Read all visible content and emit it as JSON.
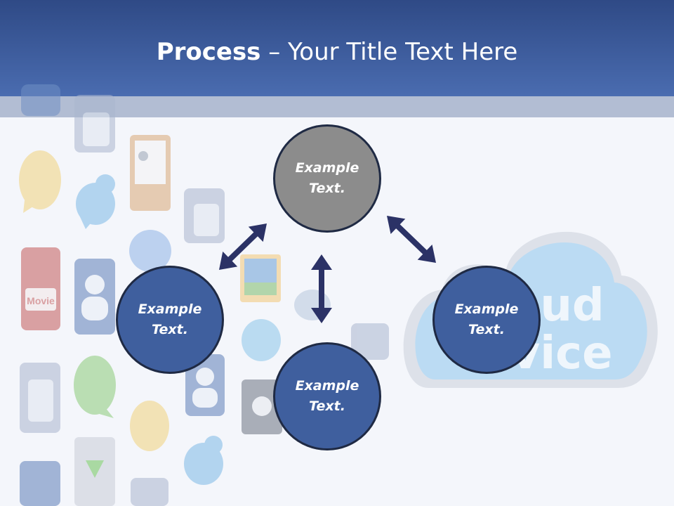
{
  "slide": {
    "title_bold": "Process",
    "title_rest": " – Your Title Text Here"
  },
  "diagram": {
    "nodes": [
      {
        "id": "top",
        "text": "Example\nText.",
        "color": "#8c8c8c"
      },
      {
        "id": "left",
        "text": "Example\nText.",
        "color": "#3f5f9e"
      },
      {
        "id": "bottom",
        "text": "Example\nText.",
        "color": "#3f5f9e"
      },
      {
        "id": "right",
        "text": "Example\nText.",
        "color": "#3f5f9e"
      }
    ],
    "arrow_color": "#2b3266"
  },
  "background": {
    "cloud_text_line1": "ud",
    "cloud_text_line2": "vice",
    "movie_label": "Movie",
    "icons": [
      "thumbs-up-icon",
      "speech-bubble-icon",
      "bird-icon",
      "user-icon",
      "movie-icon",
      "photo-icon",
      "document-icon",
      "download-icon",
      "cloud-icon"
    ]
  }
}
